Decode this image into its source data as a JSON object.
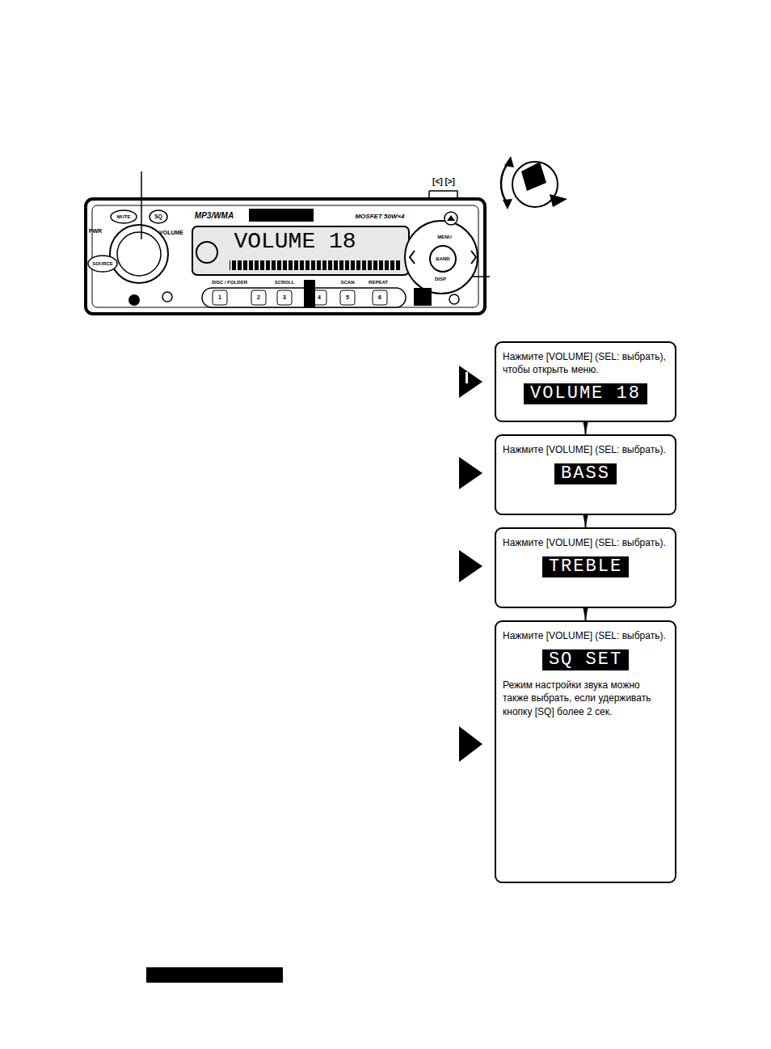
{
  "diagram": {
    "nodes": [
      {
        "text": [
          "Нажмите [VOLUME] (SEL: выбрать), чтобы открыть меню."
        ]
      },
      {
        "text": [
          "VOLUME 18"
        ],
        "in": 0
      },
      {
        "text": [
          "Нажмите [VOLUME] (SEL: выбрать)."
        ]
      },
      {
        "text": [
          "BASS"
        ],
        "in": 2
      },
      {
        "text": [
          "Нажмите [VOLUME] (SEL: выбрать)."
        ]
      },
      {
        "text": [
          "TREBLE"
        ],
        "in": 4
      },
      {
        "text": [
          "Нажмите [VOLUME] (SEL: выбрать).",
          "Режим настройки звука можно также выбрать, если удерживать кнопку [SQ] более 2 сек."
        ]
      },
      {
        "text": [
          "SQ SET"
        ],
        "in": 6
      }
    ],
    "edges": [
      {
        "from": 0,
        "to": 2,
        "arrow": "to"
      },
      {
        "from": 2,
        "to": 4,
        "arrow": "to"
      },
      {
        "from": 4,
        "to": 6,
        "arrow": "to"
      }
    ],
    "labels": [
      "PWR",
      "MUTE",
      "SQ",
      "VOLUME",
      "SOURCE",
      "MP3/WMA",
      "MOSFET 50W×4",
      "VOLUME 18",
      "DISC / FOLDER",
      "SCROLL",
      "SCAN",
      "REPEAT",
      "1",
      "2",
      "3",
      "4",
      "5",
      "6",
      "MENU",
      "BAND",
      "DISP",
      "[<] [>]"
    ]
  }
}
